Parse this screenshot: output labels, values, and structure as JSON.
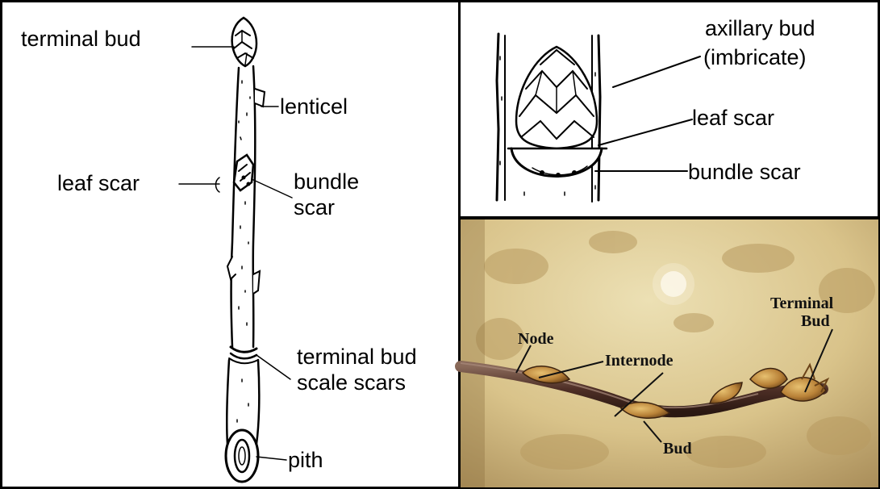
{
  "twig_diagram": {
    "labels": {
      "terminal_bud": "terminal bud",
      "lenticel": "lenticel",
      "leaf_scar": "leaf scar",
      "bundle_scar_1": "bundle",
      "bundle_scar_2": "scar",
      "bud_scale_scars_1": "terminal bud",
      "bud_scale_scars_2": "scale scars",
      "pith": "pith"
    }
  },
  "bud_closeup": {
    "labels": {
      "axillary_bud_1": "axillary bud",
      "axillary_bud_2": "(imbricate)",
      "leaf_scar": "leaf scar",
      "bundle_scar": "bundle scar"
    }
  },
  "twig_photo": {
    "labels": {
      "node": "Node",
      "internode": "Internode",
      "terminal_bud_1": "Terminal",
      "terminal_bud_2": "Bud",
      "bud": "Bud"
    }
  }
}
